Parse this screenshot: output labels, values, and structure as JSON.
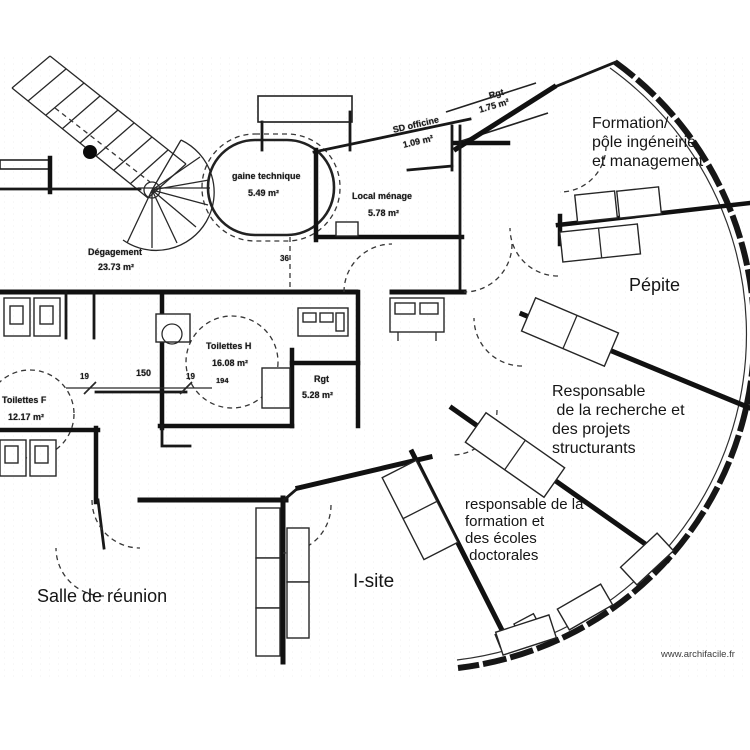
{
  "watermark": "www.archifacile.fr",
  "rooms": {
    "gaine_technique": {
      "name": "gaine technique",
      "area": "5.49 m²"
    },
    "local_menage": {
      "name": "Local ménage",
      "area": "5.78 m²"
    },
    "sd_officine": {
      "name": "SD officine",
      "area": "1.09 m²"
    },
    "rgt_haut": {
      "name": "Rgt",
      "area": "1.75 m²"
    },
    "degagement": {
      "name": "Dégagement",
      "area": "23.73 m²"
    },
    "toilettes_h": {
      "name": "Toilettes H",
      "area": "16.08 m²",
      "note": "194"
    },
    "rgt_milieu": {
      "name": "Rgt",
      "area": "5.28 m²"
    },
    "toilettes_f": {
      "name": "Toilettes F",
      "area": "12.17 m²"
    }
  },
  "annotations": {
    "formation": [
      "Formation/",
      "pôle ingéneirie",
      "et management"
    ],
    "pepite": "Pépite",
    "resp_recherche": [
      "Responsable",
      " de la recherche et",
      "des projets",
      "structurants"
    ],
    "resp_formation": [
      "responsable de la",
      "formation et",
      "des écoles",
      " doctorales"
    ],
    "isite": "I-site",
    "salle_reunion": "Salle de réunion"
  },
  "dimensions": {
    "gauche": "19",
    "milieu": "150",
    "droite": "19",
    "vertical": "36"
  },
  "colors": {
    "ink": "#161616",
    "paper": "#ffffff"
  }
}
